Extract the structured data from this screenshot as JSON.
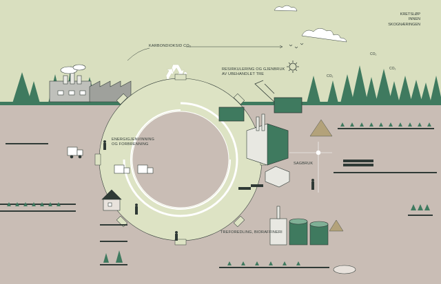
{
  "title_lines": [
    "Kretsløp",
    "innen",
    "skognæringen"
  ],
  "labels": {
    "co2_flow": "Karbondioksid CO₂",
    "recycling_1": "Resirkulering og gjenbruk",
    "recycling_2": "av ubehandlet tre",
    "energy_1": "Energigjenvinning",
    "energy_2": "og forbrenning",
    "sawmill": "Sagbruk",
    "refining": "Treforedling, bioraffineri"
  },
  "co2_marks": [
    "CO₂",
    "CO₂",
    "CO₂"
  ],
  "colors": {
    "sky": "#d9dfbf",
    "ground": "#c9bdb5",
    "tree_green": "#3f7a5f",
    "dark_green": "#2f5a48",
    "line": "#2f3a36",
    "gear": "#dde3c4",
    "grass_stripe": "#3f7a5f"
  },
  "icons": [
    "recycle-icon",
    "sun-icon",
    "factory-icon",
    "truck-icon",
    "house-icon",
    "crane-icon",
    "sawmill-icon",
    "biorefinery-icon",
    "tree-icon",
    "person-icon",
    "forklift-icon",
    "logs-icon"
  ]
}
